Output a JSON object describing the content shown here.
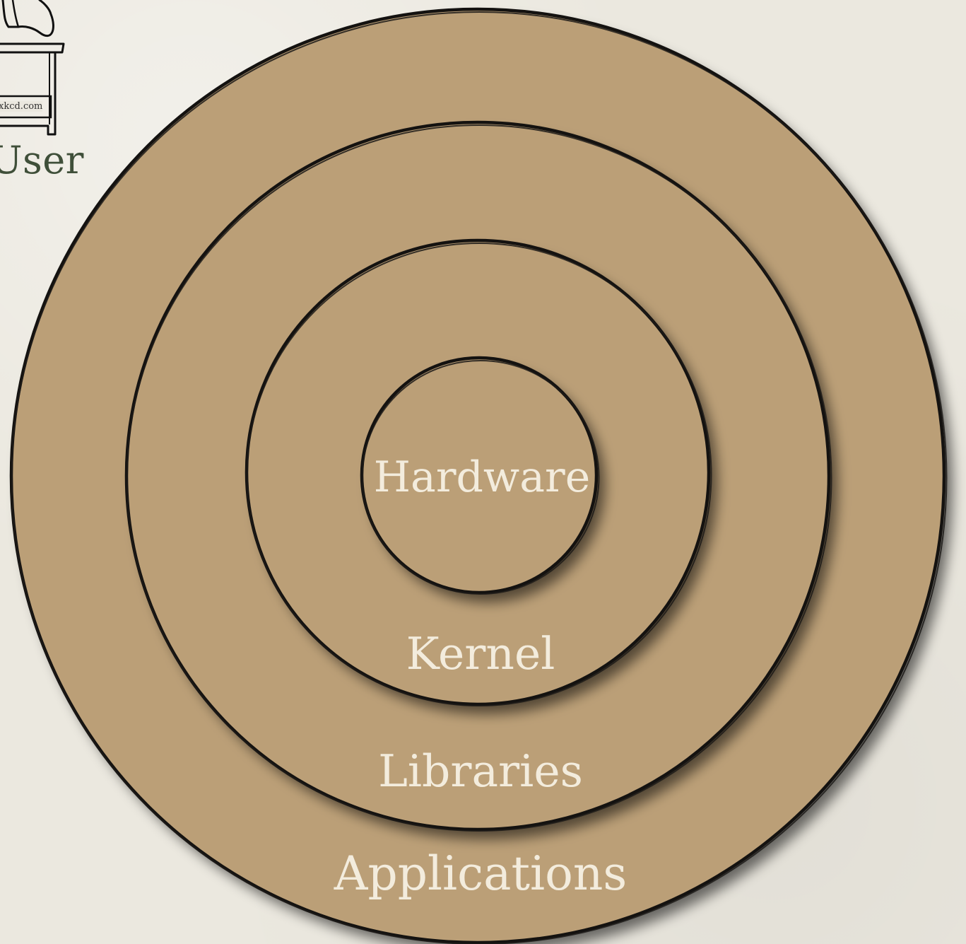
{
  "layers": [
    {
      "label": "Applications",
      "fill": "#bb9f77"
    },
    {
      "label": "Libraries",
      "fill": "#bb9f77"
    },
    {
      "label": "Kernel",
      "fill": "#bb9f77"
    },
    {
      "label": "Hardware",
      "fill": "#bb9f77"
    }
  ],
  "user": {
    "label": "User",
    "credit": "xkcd.com",
    "icon": "desk-computer-icon"
  },
  "colors": {
    "background": "#ebe8df",
    "ring_fill": "#bb9f77",
    "outline": "#141210",
    "label_text": "#f3ecdd",
    "user_text": "#3f4f39"
  }
}
